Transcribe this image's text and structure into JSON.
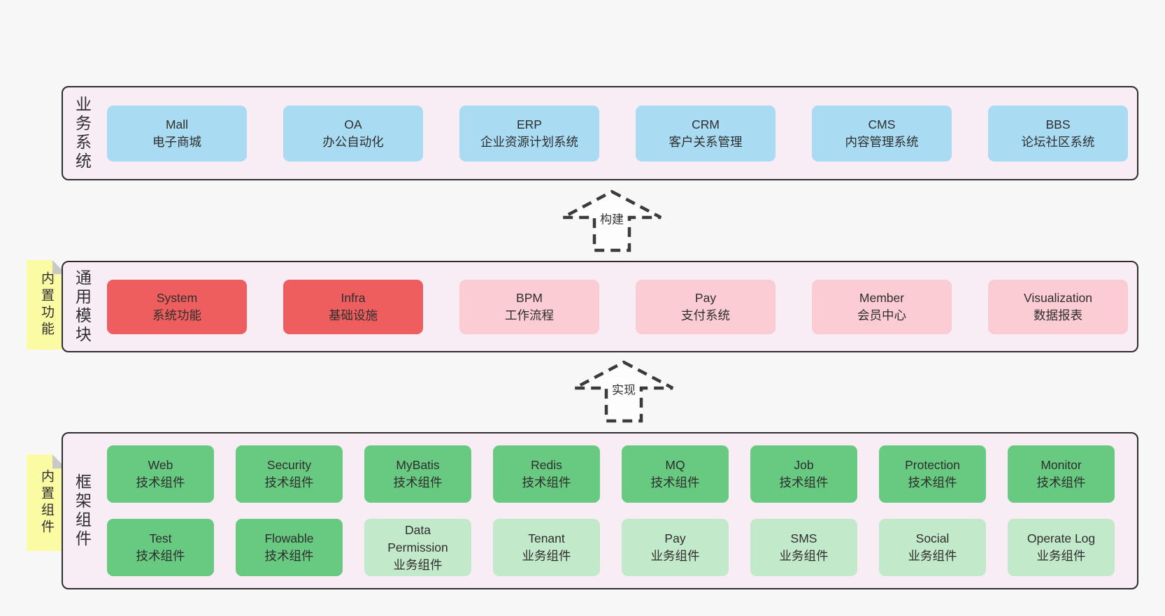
{
  "diagram": {
    "arrows": [
      {
        "label": "构建"
      },
      {
        "label": "实现"
      }
    ],
    "stickies": [
      {
        "label": "内置功能"
      },
      {
        "label": "内置组件"
      }
    ],
    "bands": {
      "business": {
        "label": "业务系统",
        "boxes": [
          {
            "title": "Mall",
            "subtitle": "电子商城"
          },
          {
            "title": "OA",
            "subtitle": "办公自动化"
          },
          {
            "title": "ERP",
            "subtitle": "企业资源计划系统"
          },
          {
            "title": "CRM",
            "subtitle": "客户关系管理"
          },
          {
            "title": "CMS",
            "subtitle": "内容管理系统"
          },
          {
            "title": "BBS",
            "subtitle": "论坛社区系统"
          }
        ]
      },
      "modules": {
        "label": "通用模块",
        "boxes": [
          {
            "title": "System",
            "subtitle": "系统功能"
          },
          {
            "title": "Infra",
            "subtitle": "基础设施"
          },
          {
            "title": "BPM",
            "subtitle": "工作流程"
          },
          {
            "title": "Pay",
            "subtitle": "支付系统"
          },
          {
            "title": "Member",
            "subtitle": "会员中心"
          },
          {
            "title": "Visualization",
            "subtitle": "数据报表"
          }
        ]
      },
      "components": {
        "label": "框架组件",
        "row1": [
          {
            "title": "Web",
            "subtitle": "技术组件"
          },
          {
            "title": "Security",
            "subtitle": "技术组件"
          },
          {
            "title": "MyBatis",
            "subtitle": "技术组件"
          },
          {
            "title": "Redis",
            "subtitle": "技术组件"
          },
          {
            "title": "MQ",
            "subtitle": "技术组件"
          },
          {
            "title": "Job",
            "subtitle": "技术组件"
          },
          {
            "title": "Protection",
            "subtitle": "技术组件"
          },
          {
            "title": "Monitor",
            "subtitle": "技术组件"
          }
        ],
        "row2": [
          {
            "title": "Test",
            "subtitle": "技术组件"
          },
          {
            "title": "Flowable",
            "subtitle": "技术组件"
          },
          {
            "title": "Data Permission",
            "subtitle": "业务组件"
          },
          {
            "title": "Tenant",
            "subtitle": "业务组件"
          },
          {
            "title": "Pay",
            "subtitle": "业务组件"
          },
          {
            "title": "SMS",
            "subtitle": "业务组件"
          },
          {
            "title": "Social",
            "subtitle": "业务组件"
          },
          {
            "title": "Operate Log",
            "subtitle": "业务组件"
          }
        ]
      }
    },
    "colors": {
      "page_bg": "#f7f7f7",
      "band_fill": "#f8ecf5",
      "band_border": "#2d2d2d",
      "blue": "#a9dcf3",
      "red": "#ef5e5e",
      "pink": "#fbccd3",
      "green": "#68c980",
      "green_light": "#c3e9cb",
      "sticky_yellow": "#fbfba4",
      "arrow_stroke": "#3b3b3b"
    }
  }
}
